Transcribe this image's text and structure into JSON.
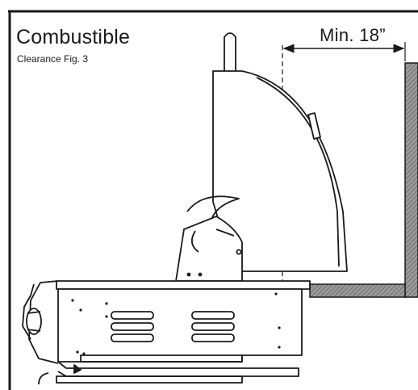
{
  "figure": {
    "title": "Combustible",
    "subtitle": "Clearance Fig. 3",
    "dimension_label": "Min. 18”"
  },
  "colors": {
    "line": "#1a1a1a",
    "wall": "#8a8a8a",
    "wall_hatch": "#5a5a5a"
  }
}
